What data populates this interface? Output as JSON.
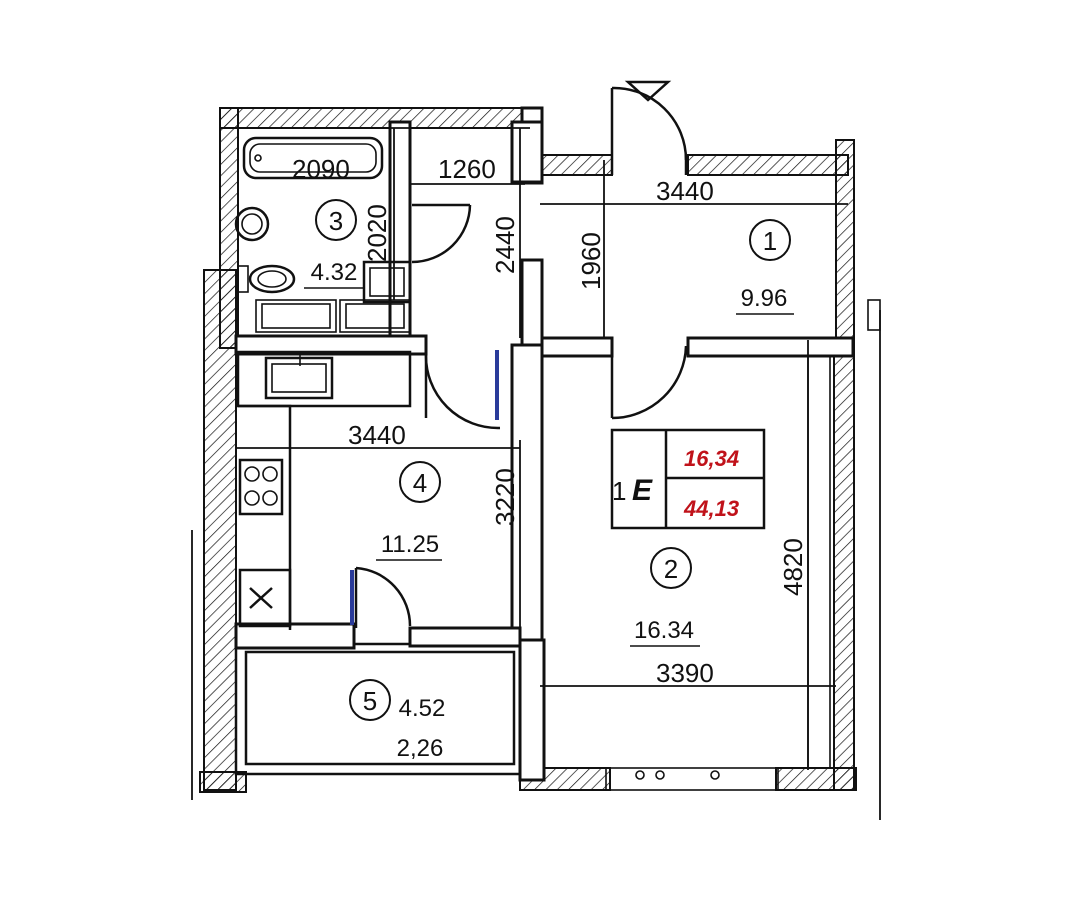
{
  "dimensions": {
    "bath_width": "2090",
    "corridor_width": "1260",
    "bath_height": "2020",
    "corridor_height": "2440",
    "room1_width": "3440",
    "room1_height": "1960",
    "kitchen_width": "3440",
    "kitchen_height": "3220",
    "room2_height": "4820",
    "room2_width": "3390"
  },
  "rooms": [
    {
      "number": "1",
      "area": "9.96"
    },
    {
      "number": "2",
      "area": "16.34"
    },
    {
      "number": "3",
      "area": "4.32"
    },
    {
      "number": "4",
      "area": "11.25"
    },
    {
      "number": "5",
      "area": "4.52",
      "reduced_area": "2,26"
    }
  ],
  "legend": {
    "type_label": "1",
    "type_letter": "E",
    "living_area": "16,34",
    "total_area": "44,13"
  },
  "colors": {
    "accent_red": "#c0121a",
    "window_blue": "#2a3b9a",
    "line": "#111111"
  }
}
